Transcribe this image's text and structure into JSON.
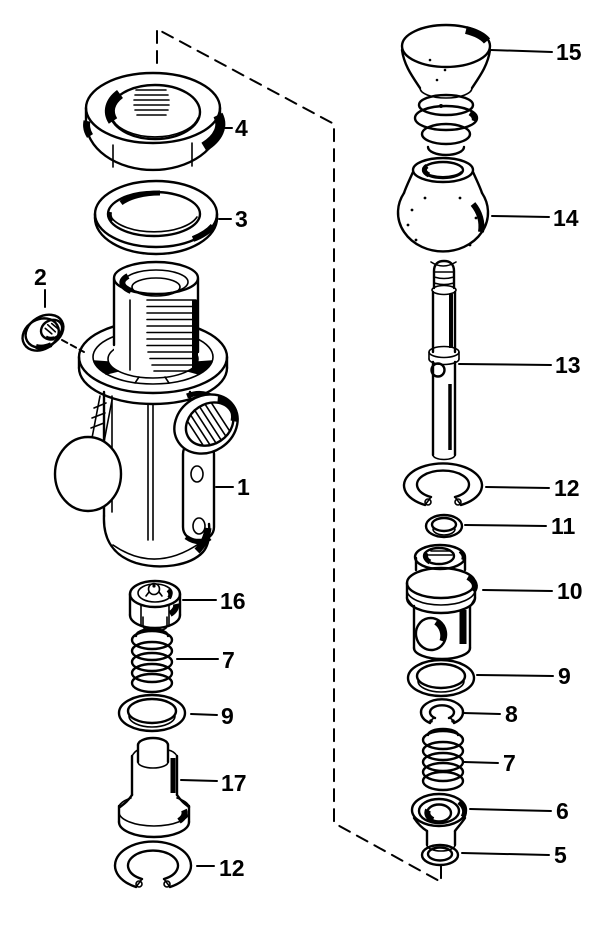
{
  "figure": {
    "background": "#ffffff",
    "ink": "#000000"
  },
  "labels": {
    "n1": "1",
    "n2": "2",
    "n3": "3",
    "n4": "4",
    "n5": "5",
    "n6": "6",
    "n7_left": "7",
    "n7_right": "7",
    "n8": "8",
    "n9_left": "9",
    "n9_right": "9",
    "n10": "10",
    "n11": "11",
    "n12_left": "12",
    "n12_right": "12",
    "n13": "13",
    "n14": "14",
    "n15": "15",
    "n16": "16",
    "n17": "17"
  }
}
